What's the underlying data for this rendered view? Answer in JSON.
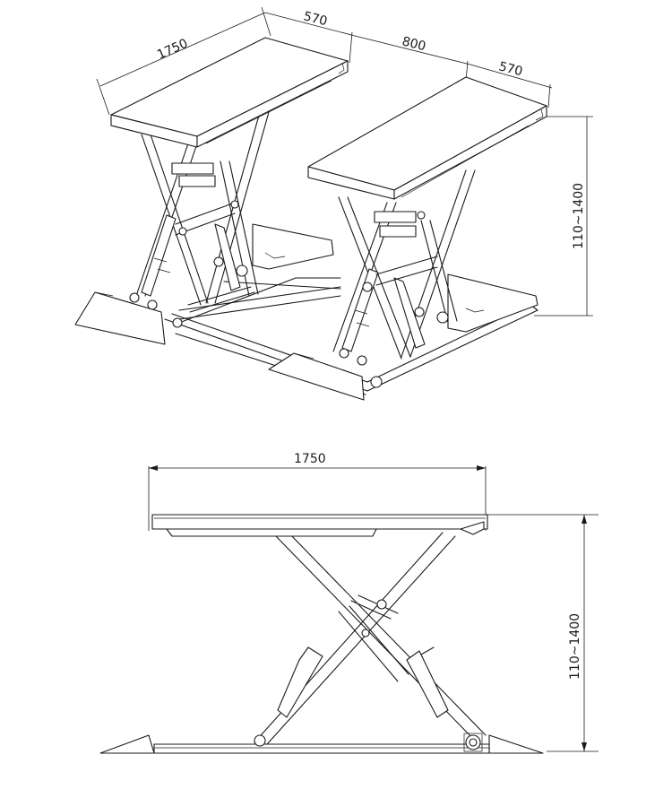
{
  "iso_view": {
    "dims": {
      "platform_length": "1750",
      "platform_width_left": "570",
      "gap_between": "800",
      "platform_width_right": "570",
      "height_range": "110~1400"
    }
  },
  "side_view": {
    "dims": {
      "length": "1750",
      "height_range": "110~1400"
    }
  }
}
